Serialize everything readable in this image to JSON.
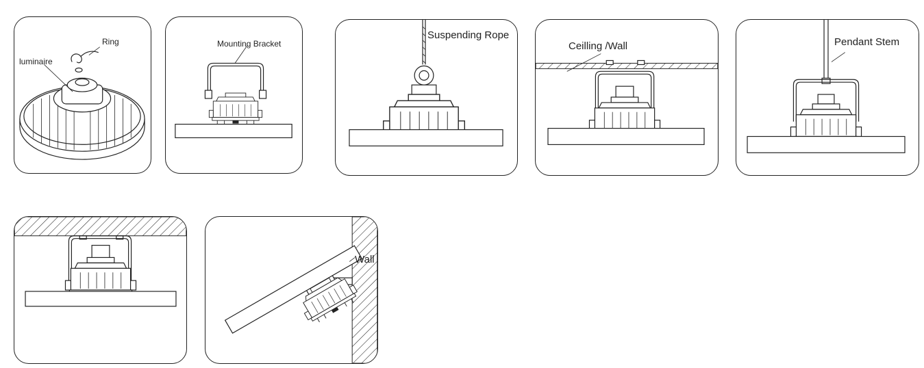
{
  "panels": [
    {
      "id": "ring-mount",
      "labels": [
        "Ring",
        "luminaire"
      ]
    },
    {
      "id": "bracket-mount",
      "labels": [
        "Mounting Bracket"
      ]
    },
    {
      "id": "rope-mount",
      "labels": [
        "Suspending Rope"
      ]
    },
    {
      "id": "ceiling-mount",
      "labels": [
        "Ceilling /Wall"
      ]
    },
    {
      "id": "pendant-mount",
      "labels": [
        "Pendant Stem"
      ]
    },
    {
      "id": "flush-ceiling-mount",
      "labels": []
    },
    {
      "id": "wall-mount",
      "labels": [
        "Wall"
      ]
    }
  ],
  "colors": {
    "line": "#222222",
    "background": "#ffffff"
  }
}
